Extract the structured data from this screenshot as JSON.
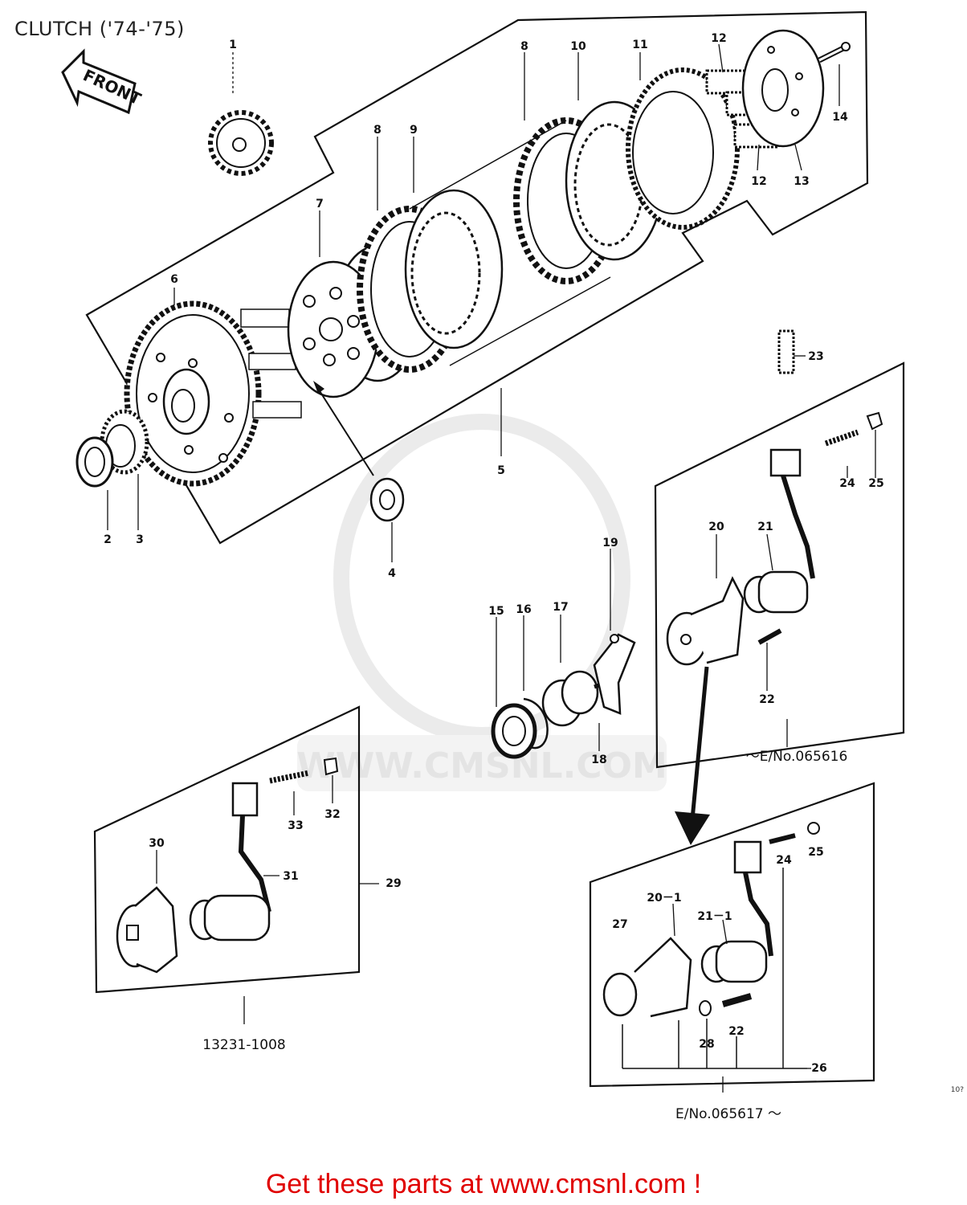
{
  "page": {
    "title": "CLUTCH ('74-'75)"
  },
  "front_label": "FRONT",
  "watermark": "WWW.CMSNL.COM",
  "callouts": {
    "c1": "1",
    "c2": "2",
    "c3": "3",
    "c4": "4",
    "c5": "5",
    "c6": "6",
    "c7": "7",
    "c8a": "8",
    "c8b": "8",
    "c9": "9",
    "c10": "10",
    "c11": "11",
    "c12a": "12",
    "c12b": "12",
    "c13": "13",
    "c14": "14",
    "c15": "15",
    "c16": "16",
    "c17": "17",
    "c18": "18",
    "c19": "19",
    "c20": "20",
    "c21": "21",
    "c22a": "22",
    "c22b": "22",
    "c23": "23",
    "c24a": "24",
    "c24b": "24",
    "c25a": "25",
    "c25b": "25",
    "c26": "26",
    "c27": "27",
    "c28": "28",
    "c29": "29",
    "c30": "30",
    "c31": "31",
    "c32": "32",
    "c33": "33",
    "c20_1": "20－1",
    "c21_1": "21－1"
  },
  "notes": {
    "part_number": "13231-1008",
    "engine_upto": "～E/No.065616",
    "engine_from": "E/No.065617 ～"
  },
  "corner_code": "10?",
  "footer": "Get these parts at www.cmsnl.com !",
  "colors": {
    "footer": "#e00000",
    "lines": "#111111",
    "watermark": "#e4e4e4"
  }
}
